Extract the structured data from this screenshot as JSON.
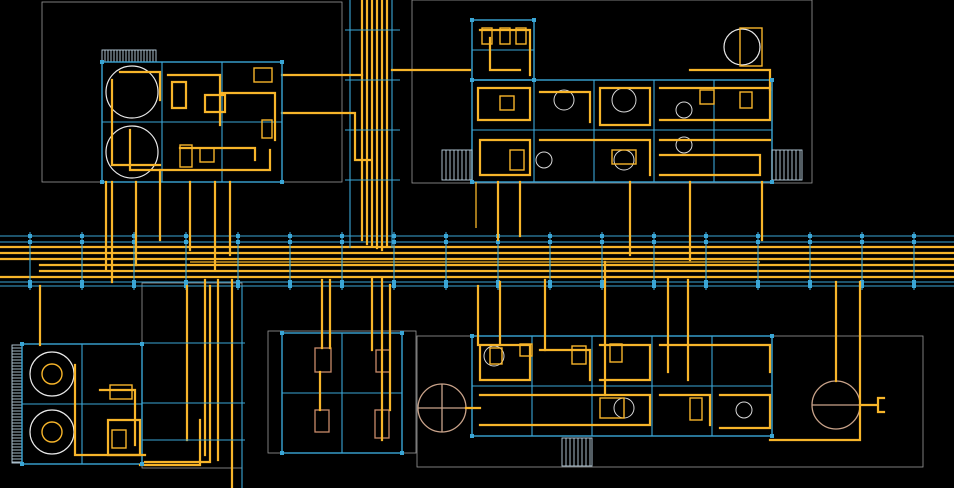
{
  "diagram": {
    "type": "hvac-piping-floor-plan",
    "colors": {
      "background": "#000000",
      "pipe": "#f7b52a",
      "structural_grid": "#3aa6d6",
      "boundary": "#9a9a9a",
      "tank": "#e9e9e9",
      "equipment_accent": "#c98a6a"
    },
    "zones": [
      "top-left-plant",
      "top-right-plant",
      "bottom-left-plant",
      "bottom-middle-plant",
      "bottom-right-plant"
    ]
  }
}
